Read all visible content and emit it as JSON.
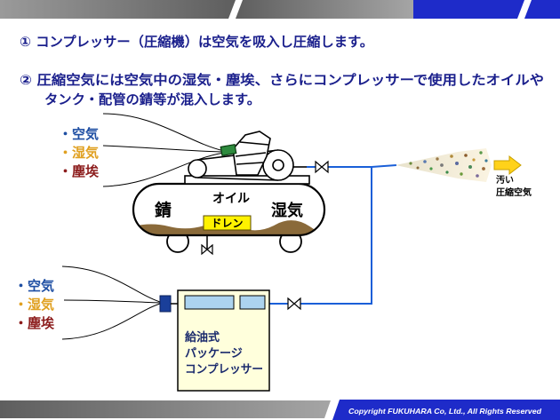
{
  "slide": {
    "point1": "① コンプレッサー（圧縮機）は空気を吸入し圧縮します。",
    "point2_line1": "② 圧縮空気には空気中の湿気・塵埃、さらにコンプレッサーで使用したオイルや",
    "point2_line2": "タンク・配管の錆等が混入します。"
  },
  "top_inputs": [
    {
      "label": "・空気",
      "color": "#1f4fa3"
    },
    {
      "label": "・湿気",
      "color": "#e0a020"
    },
    {
      "label": "・塵埃",
      "color": "#8c1c1c"
    }
  ],
  "tank": {
    "rust": "錆",
    "oil": "オイル",
    "moisture": "湿気",
    "drain": "ドレン"
  },
  "output": {
    "line1": "汚い",
    "line2": "圧縮空気"
  },
  "bottom_inputs": [
    {
      "label": "・空気",
      "color": "#1f4fa3"
    },
    {
      "label": "・湿気",
      "color": "#e0a020"
    },
    {
      "label": "・塵埃",
      "color": "#8c1c1c"
    }
  ],
  "package_compressor": {
    "line1": "給油式",
    "line2": "パッケージ",
    "line3": "コンプレッサー"
  },
  "footer": {
    "copyright": "Copyright FUKUHARA Co, Ltd., All Rights Reserved"
  },
  "colors": {
    "heading": "#1a1f8c",
    "pipe": "#1a5fd8",
    "brand_blue": "#1e2bc9",
    "drain_box": "#fff200",
    "sludge": "#8a6a3a",
    "package_body": "#ffffdc",
    "package_panel": "#acd3ef"
  }
}
